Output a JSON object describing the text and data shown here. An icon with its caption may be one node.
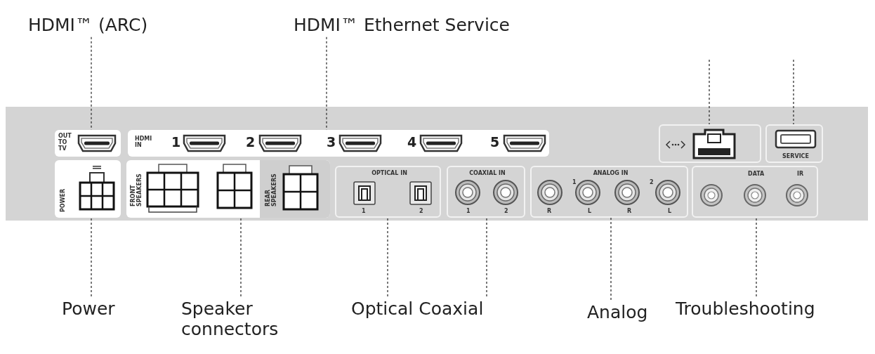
{
  "diagram": {
    "nodes": [
      {
        "text": [
          "HDMI™ (ARC)"
        ]
      },
      {
        "text": [
          "HDMI™ Ethernet Service"
        ]
      },
      {
        "text": [
          "Power"
        ]
      },
      {
        "text": [
          "Speaker connectors"
        ]
      },
      {
        "text": [
          "Optical Coaxial"
        ]
      },
      {
        "text": [
          "Analog"
        ]
      },
      {
        "text": [
          "Troubleshooting"
        ]
      },
      {
        "text": [
          "OUT TO TV"
        ]
      },
      {
        "text": [
          "HDMI IN",
          "1",
          "2",
          "3",
          "4",
          "5"
        ]
      },
      {
        "text": [],
        "shape": "box"
      },
      {
        "text": [
          "SERVICE"
        ]
      },
      {
        "text": [
          "POWER"
        ]
      },
      {
        "text": [
          "FRONT SPEAKERS",
          "REAR SPEAKERS"
        ]
      },
      {
        "text": [
          "OPTICAL IN",
          "1",
          "2"
        ]
      },
      {
        "text": [
          "COAXIAL IN",
          "1",
          "2"
        ]
      },
      {
        "text": [
          "ANALOG IN",
          "1",
          "2",
          "R",
          "L",
          "R",
          "L"
        ]
      },
      {
        "text": [
          "DATA",
          "IR"
        ]
      }
    ],
    "edges": [
      {
        "from": 0,
        "to": 7,
        "arrow": "none"
      },
      {
        "from": 1,
        "to": 8,
        "arrow": "none"
      },
      {
        "from": null,
        "to": 9,
        "arrow": "none"
      },
      {
        "from": null,
        "to": 10,
        "arrow": "none"
      },
      {
        "from": 2,
        "to": 11,
        "arrow": "none"
      },
      {
        "from": 3,
        "to": 12,
        "arrow": "none"
      },
      {
        "from": 4,
        "to": 13,
        "arrow": "none"
      },
      {
        "from": 4,
        "to": 14,
        "arrow": "none"
      },
      {
        "from": 5,
        "to": 15,
        "arrow": "none"
      },
      {
        "from": 6,
        "to": 16,
        "arrow": "none"
      }
    ]
  }
}
